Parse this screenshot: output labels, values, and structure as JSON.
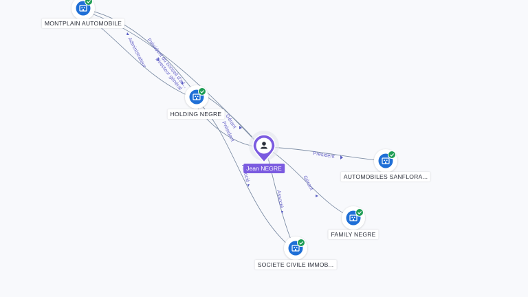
{
  "nodes": [
    {
      "id": "montplain",
      "type": "company",
      "label": "MONTPLAIN AUTOMOBILE",
      "verified": true
    },
    {
      "id": "holding",
      "type": "company",
      "label": "HOLDING NEGRE",
      "verified": true
    },
    {
      "id": "jean",
      "type": "person",
      "label": "Jean NEGRE",
      "icon": "person-icon"
    },
    {
      "id": "sanflora",
      "type": "company",
      "label": "AUTOMOBILES SANFLORA...",
      "verified": true
    },
    {
      "id": "family",
      "type": "company",
      "label": "FAMILY NEGRE",
      "verified": true
    },
    {
      "id": "sci",
      "type": "company",
      "label": "SOCIETE CIVILE IMMOB...",
      "verified": true
    }
  ],
  "edges": [
    {
      "id": "e1",
      "label": "Administrateur"
    },
    {
      "id": "e2",
      "label": "Président du conseil d'ad..."
    },
    {
      "id": "e3",
      "label": "Directeur général"
    },
    {
      "id": "e4",
      "label": "Gérant"
    },
    {
      "id": "e5",
      "label": "Président"
    },
    {
      "id": "e6",
      "label": "Président"
    },
    {
      "id": "e7",
      "label": "Gérant"
    },
    {
      "id": "e8",
      "label": "Associé"
    },
    {
      "id": "e9",
      "label": "Associé"
    }
  ],
  "colors": {
    "company_icon": "#1f6fd6",
    "verified_badge": "#1f9d55",
    "person_marker": "#7b5be0",
    "edge": "#7f8fa6",
    "edge_label": "#6a66c9"
  }
}
